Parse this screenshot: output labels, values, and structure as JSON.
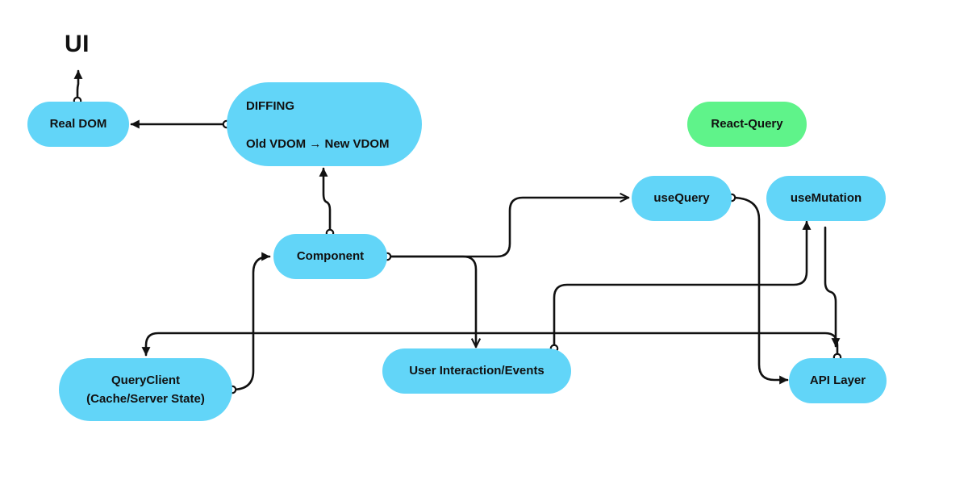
{
  "diagram": {
    "title": "UI",
    "nodes": {
      "real_dom": {
        "label": "Real DOM"
      },
      "diffing": {
        "line1": "DIFFING",
        "line2": "Old VDOM → New VDOM"
      },
      "react_query": {
        "label": "React-Query"
      },
      "use_query": {
        "label": "useQuery"
      },
      "use_mutation": {
        "label": "useMutation"
      },
      "component": {
        "label": "Component"
      },
      "query_client": {
        "line1": "QueryClient",
        "line2": "(Cache/Server State)"
      },
      "user_events": {
        "label": "User Interaction/Events"
      },
      "api_layer": {
        "label": "API Layer"
      }
    },
    "colors": {
      "node": "#62d5f8",
      "react_query": "#5ff38a",
      "edge": "#111111"
    },
    "edges": [
      {
        "from": "real_dom",
        "to": "title"
      },
      {
        "from": "diffing",
        "to": "real_dom"
      },
      {
        "from": "component",
        "to": "diffing"
      },
      {
        "from": "component",
        "to": "use_query"
      },
      {
        "from": "component",
        "to": "user_events"
      },
      {
        "from": "query_client",
        "to": "component"
      },
      {
        "from": "api_layer",
        "to": "query_client"
      },
      {
        "from": "user_events",
        "to": "use_mutation"
      },
      {
        "from": "use_query",
        "to": "api_layer"
      },
      {
        "from": "use_mutation",
        "to": "api_layer"
      }
    ]
  }
}
